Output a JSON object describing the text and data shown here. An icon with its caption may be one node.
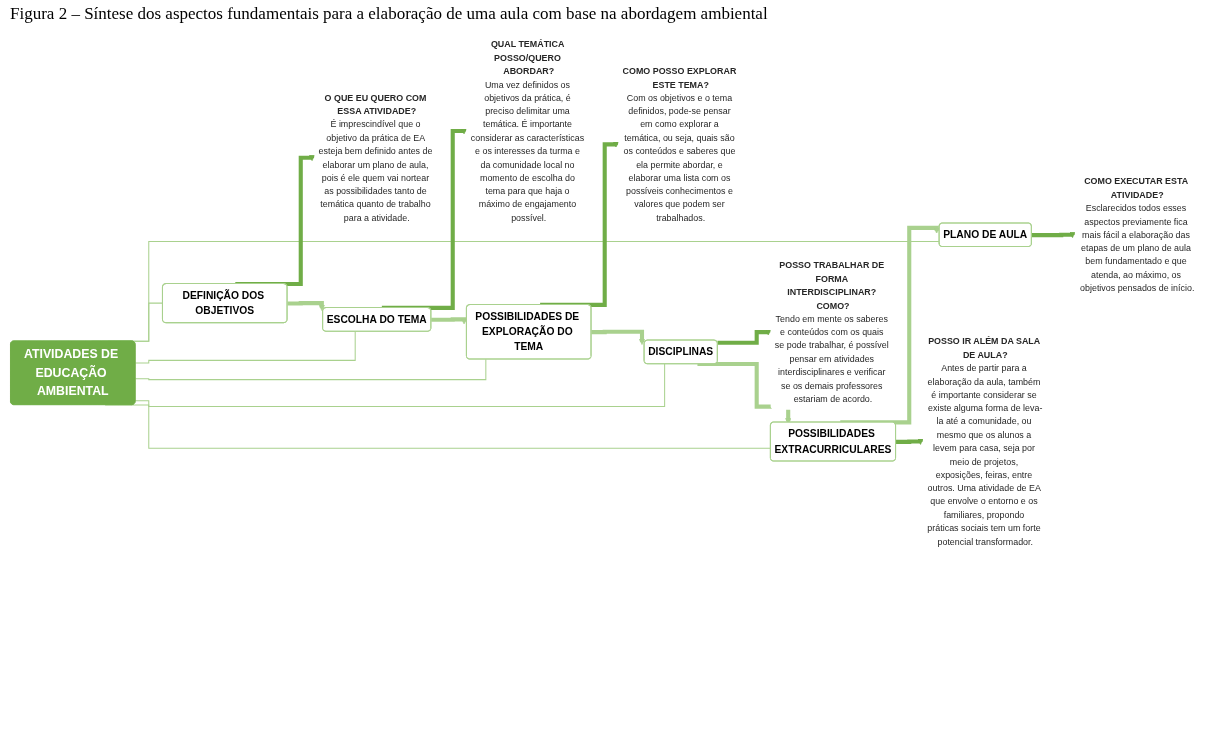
{
  "diagram": {
    "title": "Figura 2 – Síntese dos aspectos fundamentais para a elaboração de uma aula com base na abordagem ambiental",
    "nodes": [
      {
        "text": [
          "O QUE EU QUERO COM ESSA ATIVIDADE?",
          "É imprescindível que o objetivo da prática de EA esteja bem definido antes de elaborar um plano de aula, pois é ele quem vai nortear as possibilidades tanto de temática quanto de trabalho para a atividade."
        ]
      },
      {
        "text": [
          "QUAL TEMÁTICA POSSO/QUERO ABORDAR?",
          "Uma vez definidos os objetivos da prática, é preciso delimitar uma temática. É importante considerar as características e os interesses da turma e da comunidade local no momento de escolha do tema para que haja o máximo de engajamento possível."
        ]
      },
      {
        "text": [
          "DEFINIÇÃO DOS OBJETIVOS"
        ]
      },
      {
        "text": [
          "ESCOLHA DO TEMA"
        ]
      },
      {
        "text": [
          "COMO POSSO EXPLORAR ESTE TEMA?",
          "Com os objetivos e o tema definidos, pode-se pensar em como explorar a temática, ou seja, quais são os conteúdos e saberes que ela permite abordar, e elaborar uma lista com os possíveis conhecimentos e valores que podem ser trabalhados."
        ]
      },
      {
        "text": [
          "COMO EXECUTAR ESTA ATIVIDADE?",
          "Esclarecidos todos esses aspectos previamente fica mais fácil a elaboração das etapas de um plano de aula bem fundamentado e que atenda, ao máximo, os objetivos pensados de início."
        ]
      },
      {
        "text": [
          "PLANO DE AULA"
        ]
      },
      {
        "text": [
          "ATIVIDADES DE EDUCAÇÃO AMBIENTAL"
        ]
      },
      {
        "text": [
          "POSSIBILIDADES DE EXPLORAÇÃO DO TEMA"
        ]
      },
      {
        "text": [
          "POSSIBILIDADES EXTRACURRICULARES"
        ]
      },
      {
        "text": [
          "DISCIPLINAS"
        ]
      },
      {
        "text": [
          "POSSO IR ALÉM DA SALA DE AULA?",
          "Antes de partir para a elaboração da aula, também é importante considerar se existe alguma forma de leva-la até a comunidade, ou mesmo que os alunos a levem para casa, seja por meio de projetos, exposições, feiras, entre outros. Uma atividade de EA que envolve o entorno e os familiares, propondo práticas sociais tem um forte potencial transformador."
        ]
      },
      {
        "text": [
          "POSSO TRABALHAR DE FORMA INTERDISCIPLINAR? COMO?",
          "Tendo em mente os saberes e conteúdos com os quais se pode trabalhar, é possível pensar em atividades interdisciplinares e verificar se os demais professores estariam de acordo."
        ]
      }
    ],
    "edges": [
      {
        "from": 7,
        "to": 2,
        "arrow": "none"
      },
      {
        "from": 7,
        "to": 3,
        "arrow": "none"
      },
      {
        "from": 7,
        "to": 8,
        "arrow": "none"
      },
      {
        "from": 7,
        "to": 10,
        "arrow": "none"
      },
      {
        "from": 7,
        "to": 9,
        "arrow": "none"
      },
      {
        "from": 7,
        "to": 6,
        "arrow": "none"
      },
      {
        "from": 2,
        "to": 3,
        "arrow": "to"
      },
      {
        "from": 3,
        "to": 8,
        "arrow": "to"
      },
      {
        "from": 8,
        "to": 10,
        "arrow": "to"
      },
      {
        "from": 10,
        "to": 9,
        "arrow": "to"
      },
      {
        "from": 9,
        "to": 6,
        "arrow": "to"
      },
      {
        "from": 2,
        "to": 0,
        "arrow": "to",
        "color": "#70ad47"
      },
      {
        "from": 3,
        "to": 1,
        "arrow": "to",
        "color": "#70ad47"
      },
      {
        "from": 8,
        "to": 4,
        "arrow": "to",
        "color": "#70ad47"
      },
      {
        "from": 10,
        "to": 12,
        "arrow": "to",
        "color": "#70ad47"
      },
      {
        "from": 9,
        "to": 11,
        "arrow": "to",
        "color": "#70ad47"
      },
      {
        "from": 6,
        "to": 5,
        "arrow": "to",
        "color": "#70ad47"
      }
    ]
  }
}
